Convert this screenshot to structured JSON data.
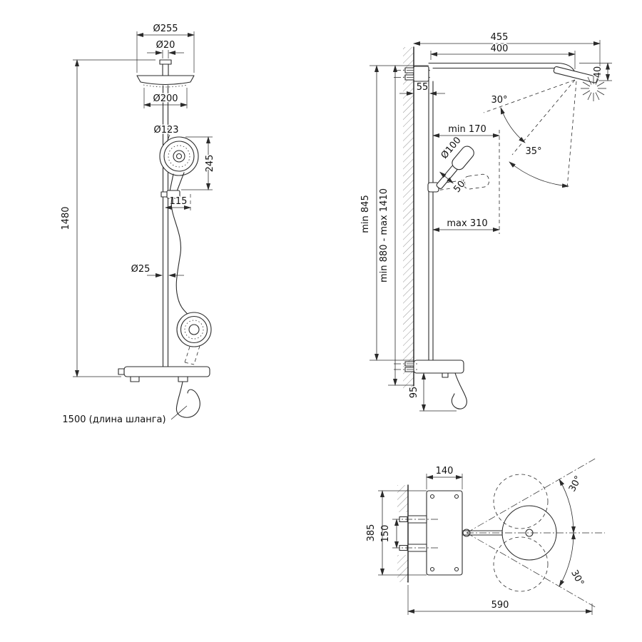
{
  "drawing": "shower-column-technical-drawing",
  "colors": {
    "line": "#2b2b2b",
    "background": "#ffffff"
  },
  "labels": {
    "front": {
      "dia_head_outer": "Ø255",
      "dia_pipe_top": "Ø20",
      "dia_head_inner": "Ø200",
      "dia_hand_shower": "Ø123",
      "hand_shower_len": "245",
      "hand_shower_offset": "115",
      "dia_riser": "Ø25",
      "total_height": "1480",
      "hose_length": "1500 (длина шланга)"
    },
    "side": {
      "arm_total": "455",
      "arm_length": "400",
      "head_drop": "40",
      "wall_offset": "55",
      "tilt_angle": "30°",
      "spray_angle": "35°",
      "hand_min_offset": "min 170",
      "dia_hand": "Ø100",
      "handle_width": "50",
      "hand_max_offset": "max 310",
      "height_min": "min 845",
      "height_range": "min 880 - max 1410",
      "spout_drop": "95"
    },
    "top": {
      "plate_width": "140",
      "plate_depth": "385",
      "ports_spacing": "150",
      "swivel_up": "30°",
      "swivel_down": "30°",
      "swing_width": "590"
    }
  }
}
